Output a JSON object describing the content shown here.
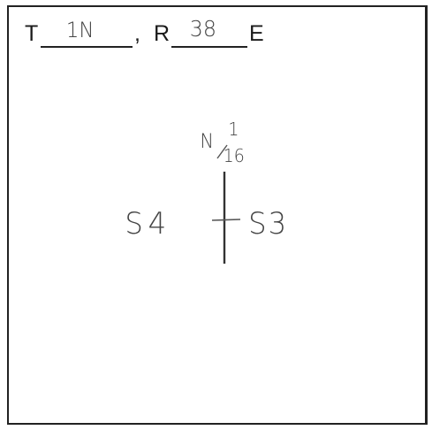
{
  "header": {
    "township_prefix": "T",
    "township_value": "1N",
    "separator": ",",
    "range_prefix": "R",
    "range_value": "38",
    "range_suffix": "E"
  },
  "sketch": {
    "corner_label_letter": "N",
    "corner_fraction_numerator": "1",
    "corner_fraction_denominator": "16",
    "left_section": "S4",
    "right_section": "S3"
  }
}
